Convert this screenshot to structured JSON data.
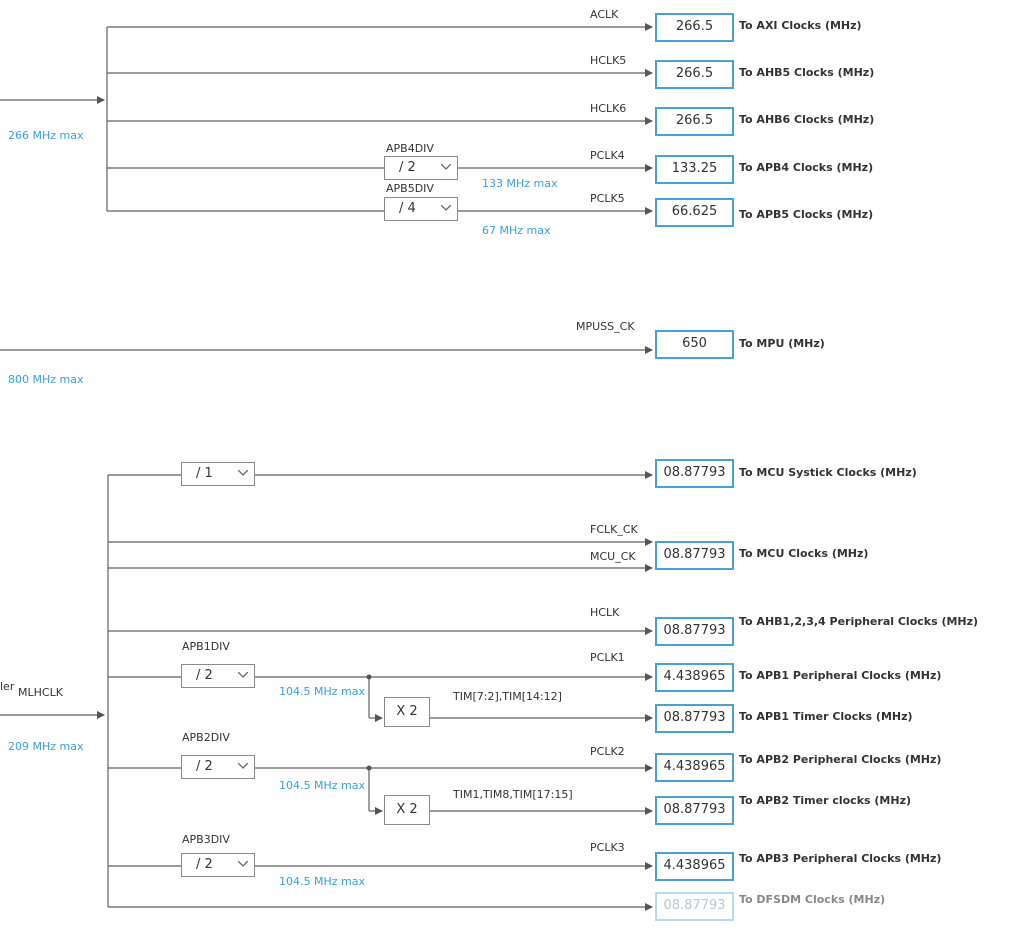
{
  "labels": {
    "max_266": "266 MHz max",
    "max_800": "800 MHz max",
    "mlhclk": "MLHCLK",
    "mlhclk_prefix": "ler",
    "max_209": "209 MHz max",
    "max_133": "133 MHz max",
    "max_67": "67 MHz max",
    "apb4div": "APB4DIV",
    "apb5div": "APB5DIV",
    "apb1div": "APB1DIV",
    "apb2div": "APB2DIV",
    "apb3div": "APB3DIV",
    "max_apb1": "104.5 MHz max",
    "max_apb2": "104.5 MHz max",
    "max_apb3": "104.5 MHz max",
    "tim_apb1": "TIM[7:2],TIM[14:12]",
    "tim_apb2": "TIM1,TIM8,TIM[17:15]"
  },
  "signals": {
    "aclk": "ACLK",
    "hclk5": "HCLK5",
    "hclk6": "HCLK6",
    "pclk4": "PCLK4",
    "pclk5": "PCLK5",
    "mpuss_ck": "MPUSS_CK",
    "fclk_ck": "FCLK_CK",
    "mcu_ck": "MCU_CK",
    "hclk": "HCLK",
    "pclk1": "PCLK1",
    "pclk2": "PCLK2",
    "pclk3": "PCLK3"
  },
  "dividers": {
    "apb4": "/ 2",
    "apb5": "/ 4",
    "systick": "/ 1",
    "apb1": "/ 2",
    "apb2": "/ 2",
    "apb3": "/ 2"
  },
  "multipliers": {
    "apb1_timer": "X 2",
    "apb2_timer": "X 2"
  },
  "outputs": [
    {
      "value": "266.5",
      "label": "To AXI Clocks (MHz)"
    },
    {
      "value": "266.5",
      "label": "To AHB5 Clocks (MHz)"
    },
    {
      "value": "266.5",
      "label": "To AHB6 Clocks (MHz)"
    },
    {
      "value": "133.25",
      "label": "To APB4 Clocks (MHz)"
    },
    {
      "value": "66.625",
      "label": "To APB5 Clocks (MHz)"
    },
    {
      "value": "650",
      "label": "To MPU (MHz)"
    },
    {
      "value": "08.87793",
      "label": "To MCU Systick Clocks (MHz)"
    },
    {
      "value": "08.87793",
      "label": "To MCU Clocks (MHz)"
    },
    {
      "value": "08.87793",
      "label": "To AHB1,2,3,4 Peripheral Clocks (MHz)"
    },
    {
      "value": "4.438965",
      "label": "To APB1 Peripheral Clocks (MHz)"
    },
    {
      "value": "08.87793",
      "label": "To APB1 Timer Clocks (MHz)"
    },
    {
      "value": "4.438965",
      "label": "To APB2 Peripheral Clocks (MHz)"
    },
    {
      "value": "08.87793",
      "label": "To APB2 Timer clocks (MHz)"
    },
    {
      "value": "4.438965",
      "label": "To APB3 Peripheral Clocks (MHz)"
    },
    {
      "value": "08.87793",
      "label": "To DFSDM Clocks (MHz)"
    }
  ],
  "colors": {
    "wire": "#606060",
    "value_border": "#4a9fd5",
    "max_text": "#3ba0d8",
    "disabled_value": "#b6c8d6"
  }
}
